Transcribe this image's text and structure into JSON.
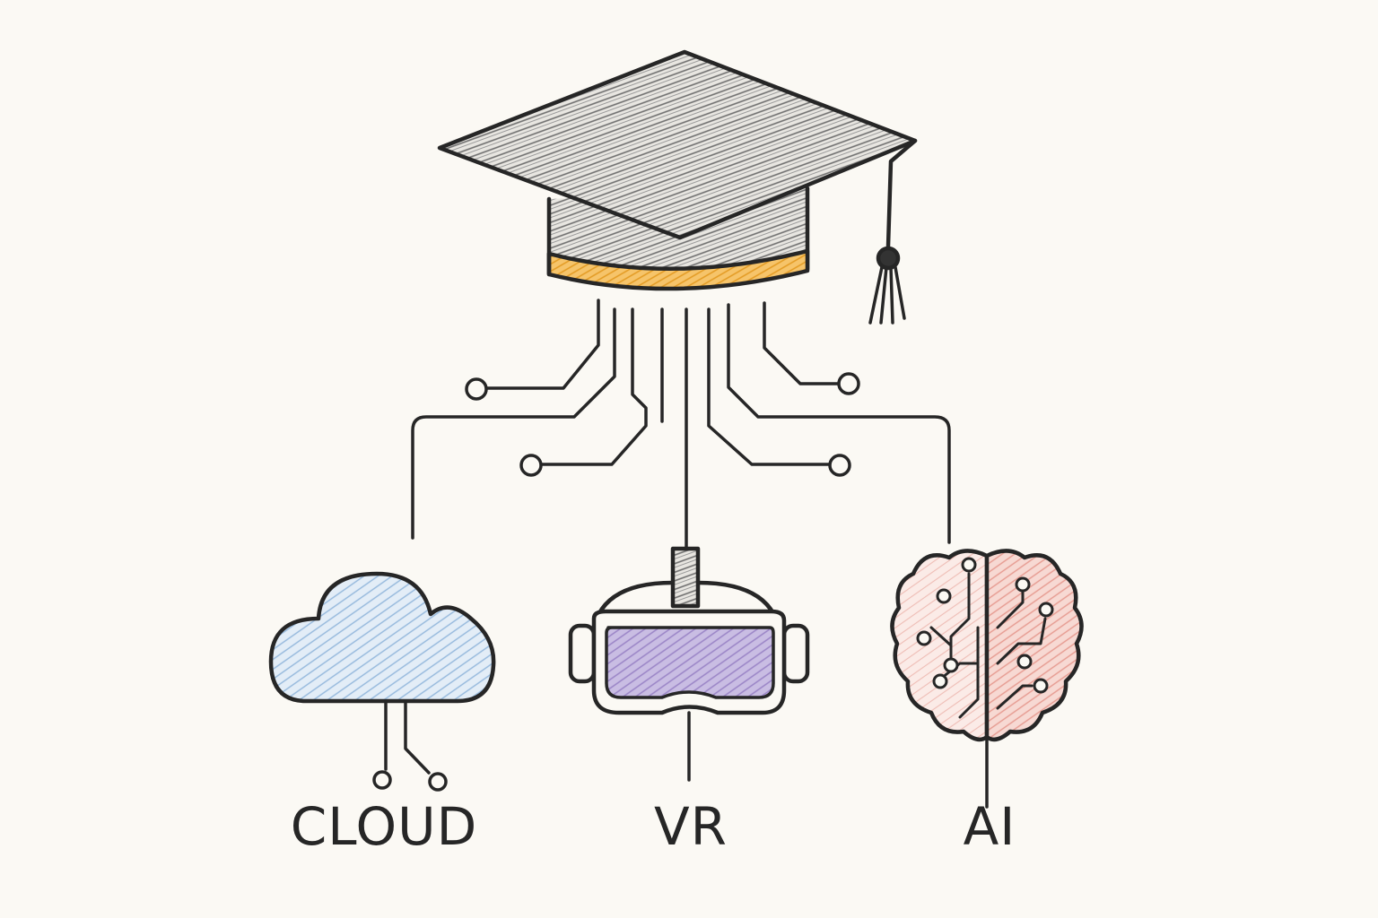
{
  "labels": {
    "cloud": "CLOUD",
    "vr": "VR",
    "ai": "AI"
  },
  "icons": {
    "top": "graduation-cap-icon",
    "left": "cloud-icon",
    "center": "vr-headset-icon",
    "right": "brain-circuit-icon"
  },
  "colors": {
    "ink": "#262626",
    "background": "#fbf9f4",
    "cap_band": "#f2b13a",
    "cloud_fill": "#a9c7e6",
    "vr_lens": "#a994cf",
    "brain_fill": "#eea39b"
  }
}
